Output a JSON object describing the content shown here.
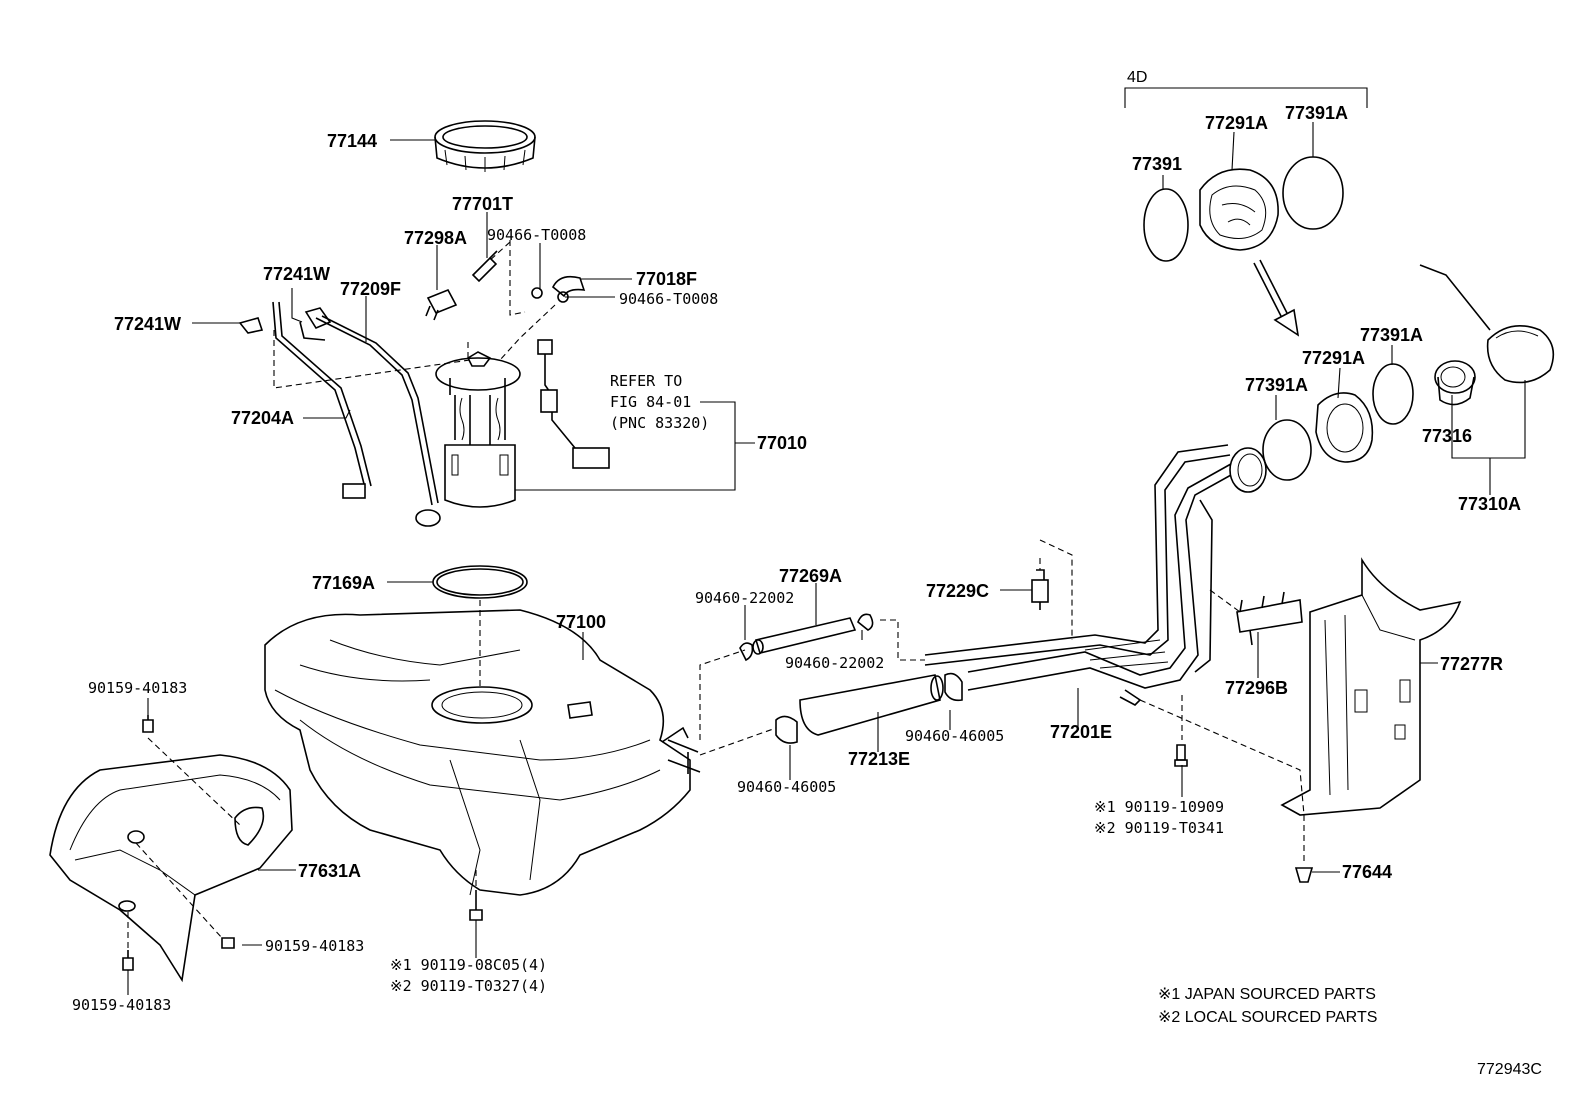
{
  "labels": {
    "p77144": "77144",
    "p77701T": "77701T",
    "p77298A": "77298A",
    "p90466a": "90466-T0008",
    "p77018F": "77018F",
    "p90466b": "90466-T0008",
    "p77241W_top": "77241W",
    "p77209F": "77209F",
    "p77241W_left": "77241W",
    "p77204A": "77204A",
    "refer1": "REFER TO",
    "refer2": "FIG 84-01",
    "refer3": "(PNC 83320)",
    "p77010": "77010",
    "p77169A": "77169A",
    "p77100": "77100",
    "p77269A": "77269A",
    "p90460_22002a": "90460-22002",
    "p90460_22002b": "90460-22002",
    "p77229C": "77229C",
    "p90460_46005a": "90460-46005",
    "p77213E": "77213E",
    "p90460_46005b": "90460-46005",
    "p77201E": "77201E",
    "p77296B": "77296B",
    "p77277R": "77277R",
    "p90119_10909": "※1 90119-10909",
    "p90119_T0341": "※2 90119-T0341",
    "p77644": "77644",
    "p90159_a": "90159-40183",
    "p90159_b": "90159-40183",
    "p90159_c": "90159-40183",
    "p77631A": "77631A",
    "p90119_08C05": "※1 90119-08C05(4)",
    "p90119_T0327": "※2 90119-T0327(4)",
    "p4D": "4D",
    "p77291A_top": "77291A",
    "p77391A_top": "77391A",
    "p77391": "77391",
    "p77391A_mid": "77391A",
    "p77291A_mid": "77291A",
    "p77391A_low": "77391A",
    "p77316": "77316",
    "p77310A": "77310A"
  },
  "notes": {
    "japan": "※1 JAPAN SOURCED PARTS",
    "local": "※2 LOCAL SOURCED PARTS"
  },
  "figure_id": "772943C"
}
